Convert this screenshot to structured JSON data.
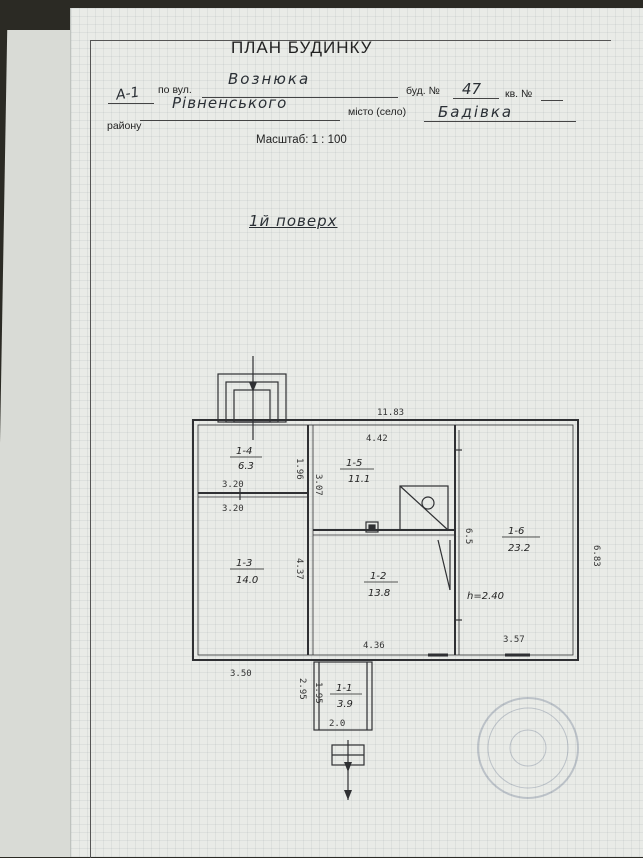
{
  "header": {
    "title": "ПЛАН БУДИНКУ",
    "code": "А-1",
    "street_label": "по вул.",
    "street": "Вознюка",
    "house_label": "буд. №",
    "house_no": "47",
    "apt_label": "кв. №",
    "district_label": "району",
    "district": "Рівненського",
    "city_label": "місто (село)",
    "city": "Бадівка",
    "scale": "Масштаб: 1 : 100"
  },
  "floor_title": "1й поверх",
  "plan": {
    "overall_width": "11.83",
    "overall_depth": "6.83",
    "rooms": [
      {
        "id": "1-4",
        "area": "6.3"
      },
      {
        "id": "1-5",
        "area": "11.1"
      },
      {
        "id": "1-6",
        "area": "23.2"
      },
      {
        "id": "1-3",
        "area": "14.0"
      },
      {
        "id": "1-2",
        "area": "13.8"
      },
      {
        "id": "1-1",
        "area": "3.9"
      }
    ],
    "dimensions": {
      "d_4_42": "4.42",
      "d_1_96": "1.96",
      "d_3_07": "3.07",
      "d_3_20a": "3.20",
      "d_3_20b": "3.20",
      "d_4_37": "4.37",
      "d_6_5": "6.5",
      "d_4_36": "4.36",
      "d_3_57": "3.57",
      "d_3_50": "3.50",
      "d_2_95": "2.95",
      "d_1_95": "1.95",
      "d_2_0": "2.0"
    },
    "height": "h=2.40"
  }
}
